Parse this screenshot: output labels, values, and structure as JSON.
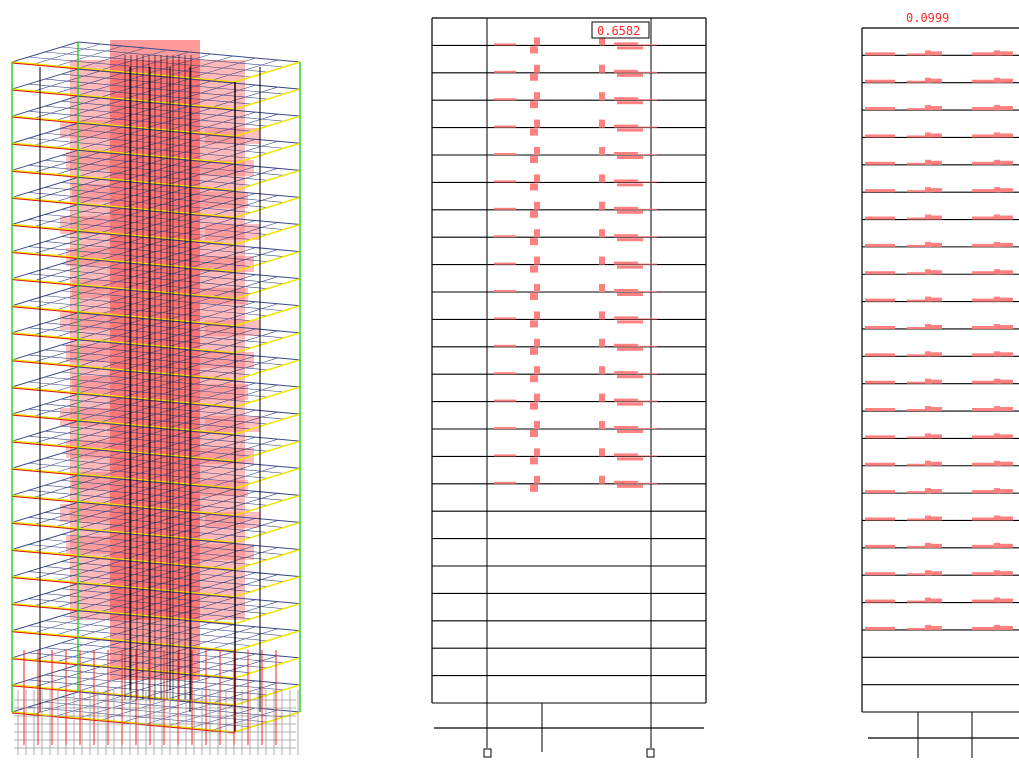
{
  "views": {
    "isometric": {
      "floors": 24
    },
    "elevation_1": {
      "max_value_label": "0.6582",
      "floors": 25,
      "loaded_floors": 17
    },
    "elevation_2": {
      "max_value_label": "0.0999",
      "floors": 25
    }
  },
  "colors": {
    "frame": "#000000",
    "moment": "#ff8080",
    "moment_dark": "#ff2020",
    "slab_grid": "#3a4a8a",
    "slab_edge_yellow": "#f2e600",
    "column_green": "#22cc22",
    "foundation": "#9a9a9a",
    "label": "#ff2a2a"
  }
}
